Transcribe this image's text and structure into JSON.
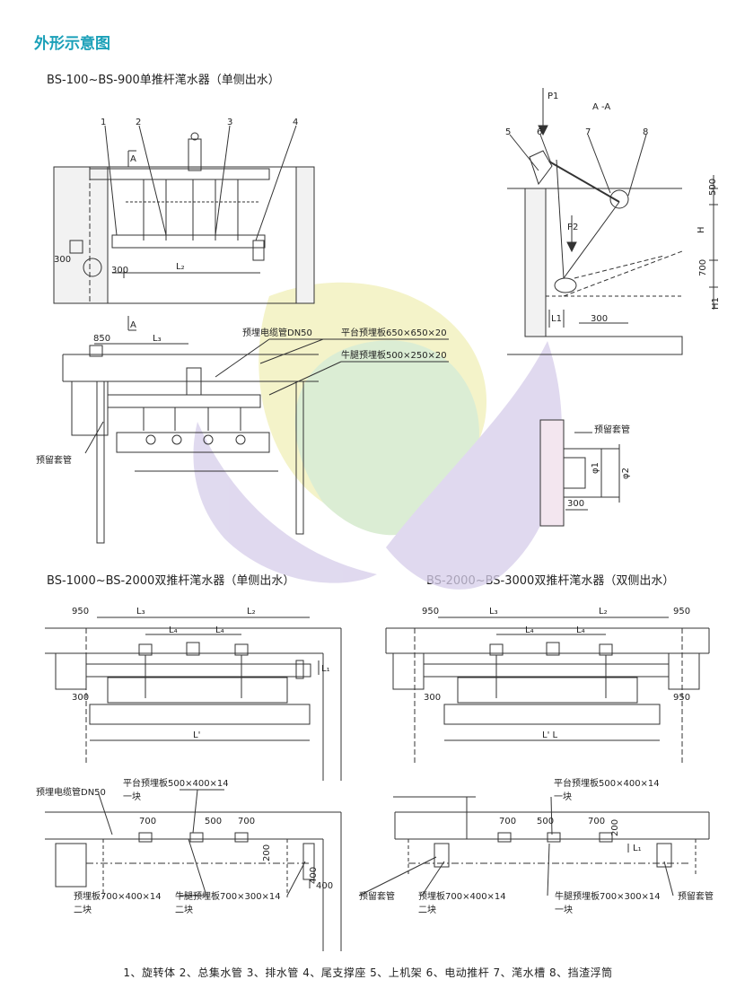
{
  "heading": "外形示意图",
  "section1_title": "BS-100~BS-900单推杆滗水器（单侧出水）",
  "section2_title": "BS-1000~BS-2000双推杆滗水器（单侧出水）",
  "section3_title": "BS-2000~BS-3000双推杆滗水器（双侧出水）",
  "legend": "1、旋转体 2、总集水管 3、排水管 4、尾支撑座 5、上机架 6、电动推杆 7、滗水槽 8、挡渣浮筒",
  "fig1": {
    "n1": "1",
    "n2": "2",
    "n3": "3",
    "n4": "4",
    "a_mark_top": "A",
    "a_mark_bottom": "A",
    "dim_300a": "300",
    "dim_300b": "300",
    "l2": "L₂",
    "dim_850": "850",
    "l3": "L₃",
    "cable_pipe": "预埋电缆管DN50",
    "platform_plate": "平台预埋板650×650×20",
    "corbel_plate": "牛腿预埋板500×250×20",
    "sleeve": "预留套管"
  },
  "fig_aa": {
    "title": "A -A",
    "p1": "P1",
    "p2": "P2",
    "n5": "5",
    "n6": "6",
    "n7": "7",
    "n8": "8",
    "d500": "500",
    "h": "H",
    "d700": "700",
    "h1": "H1",
    "l1": "L1",
    "d300": "300"
  },
  "fig_sleeve": {
    "label": "预留套管",
    "phi1": "φ1",
    "phi2": "φ2",
    "d300": "300"
  },
  "fig2": {
    "d950": "950",
    "l3": "L₃",
    "l2": "L₂",
    "l4a": "L₄",
    "l4b": "L₄",
    "l1": "L₁",
    "d300": "300",
    "l": "L'",
    "cable_pipe": "预埋电缆管DN50",
    "platform_plate": "平台预埋板500×400×14",
    "one_piece": "一块",
    "d700a": "700",
    "d500": "500",
    "d700b": "700",
    "d200": "200",
    "d400a": "400",
    "d400b": "400",
    "embed_plate": "预埋板700×400×14",
    "two_piece": "二块",
    "corbel_plate": "牛腿预埋板700×300×14",
    "two_piece_b": "二块"
  },
  "fig3": {
    "d950a": "950",
    "l3": "L₃",
    "l2": "L₂",
    "l4a": "L₄",
    "l4b": "L₄",
    "d950b": "950",
    "d300": "300",
    "d950c": "950",
    "l": "L'  L",
    "platform_plate": "平台预埋板500×400×14",
    "one_piece": "一块",
    "d700a": "700",
    "d500": "500",
    "d700b": "700",
    "d200": "200",
    "l1": "L₁",
    "sleeve_left": "预留套管",
    "embed_plate": "预埋板700×400×14",
    "two_piece": "二块",
    "corbel_plate": "牛腿预埋板700×300×14",
    "one_piece_b": "一块",
    "sleeve_right": "预留套管"
  },
  "colors": {
    "heading": "#1aa0b8",
    "watermark_yellow": "#f1f0b8",
    "watermark_green": "#cfe8c6",
    "watermark_purple": "#d6cdea"
  }
}
